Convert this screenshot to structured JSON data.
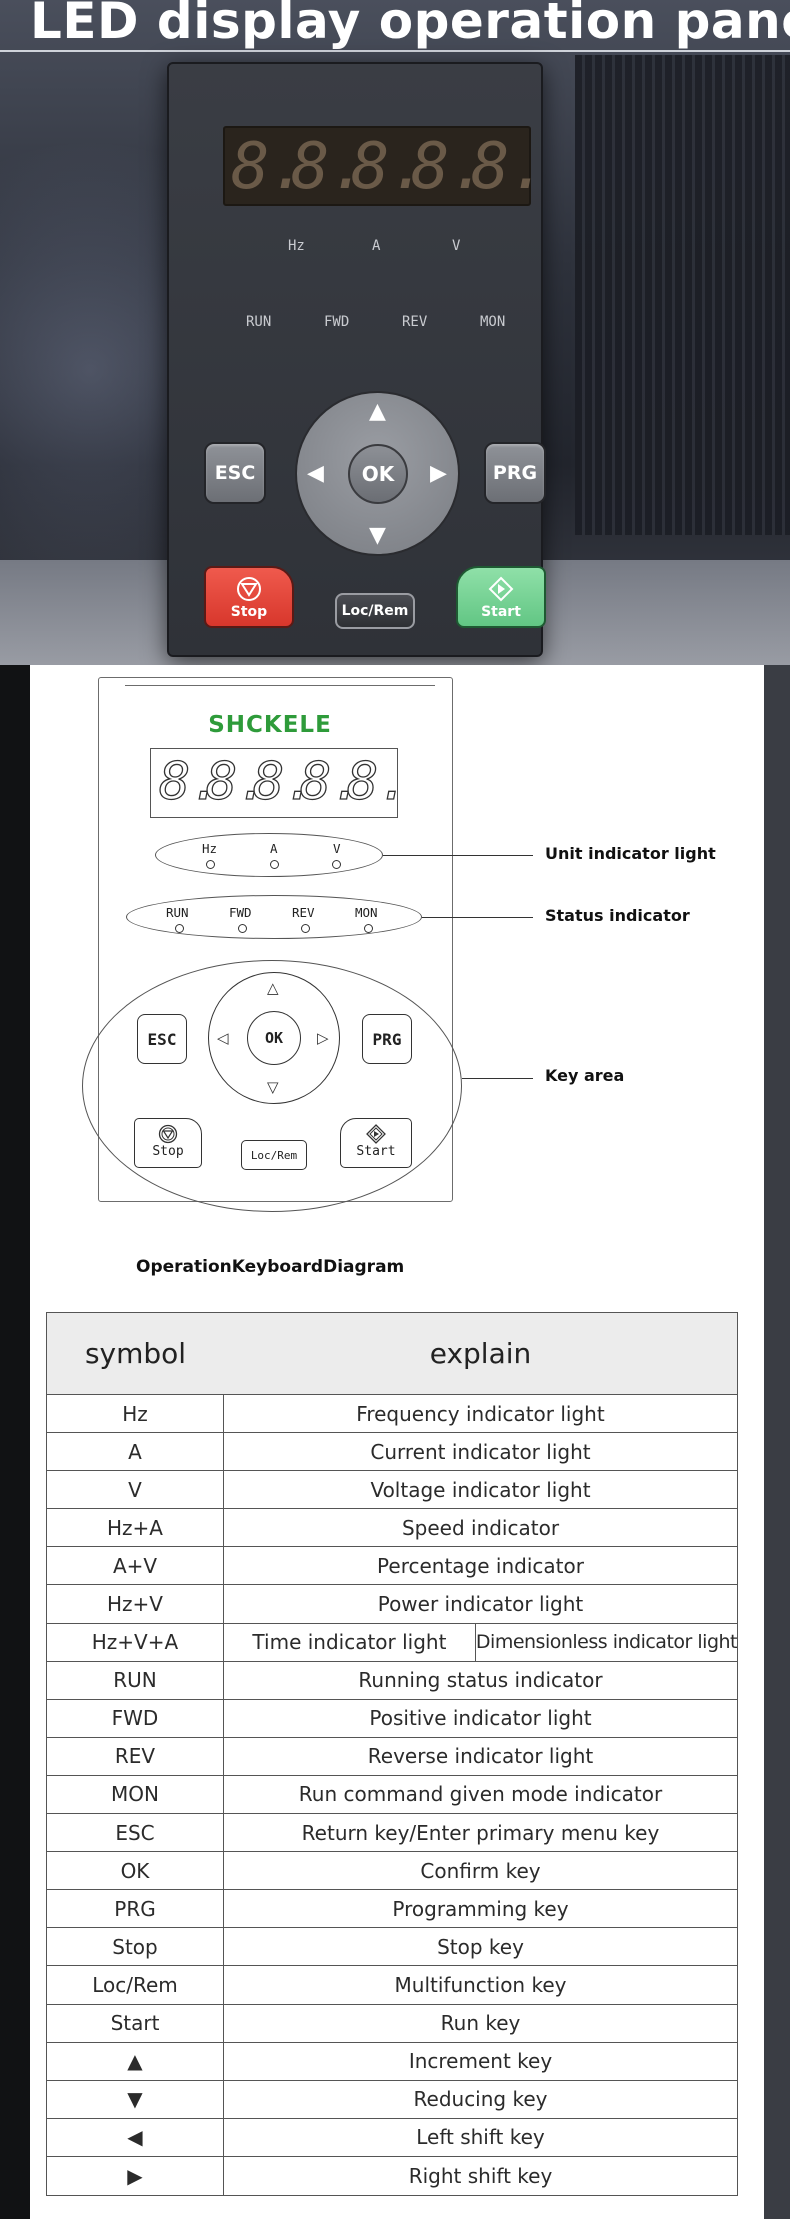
{
  "hero": {
    "title": "LED display operation panel",
    "digits": [
      "8.",
      "8.",
      "8.",
      "8.",
      "8."
    ],
    "unit_labels": [
      "Hz",
      "A",
      "V"
    ],
    "status_labels": [
      "RUN",
      "FWD",
      "REV",
      "MON"
    ],
    "keys": {
      "esc": "ESC",
      "prg": "PRG",
      "ok": "OK",
      "stop": "Stop",
      "start": "Start",
      "loc_rem": "Loc/Rem"
    }
  },
  "diagram": {
    "brand": "SHCKELE",
    "digits": [
      "8.",
      "8.",
      "8.",
      "8.",
      "8."
    ],
    "unit_labels": [
      "Hz",
      "A",
      "V"
    ],
    "status_labels": [
      "RUN",
      "FWD",
      "REV",
      "MON"
    ],
    "keys": {
      "esc": "ESC",
      "prg": "PRG",
      "ok": "OK",
      "stop": "Stop",
      "start": "Start",
      "loc_rem": "Loc/Rem"
    },
    "callouts": {
      "unit": "Unit indicator light",
      "status": "Status indicator",
      "keys": "Key area"
    },
    "caption": "OperationKeyboardDiagram"
  },
  "table": {
    "headers": {
      "symbol": "symbol",
      "explain": "explain"
    },
    "rows": [
      {
        "symbol": "Hz",
        "explain": "Frequency indicator light"
      },
      {
        "symbol": "A",
        "explain": "Current indicator light"
      },
      {
        "symbol": "V",
        "explain": "Voltage indicator light"
      },
      {
        "symbol": "Hz+A",
        "explain": "Speed indicator"
      },
      {
        "symbol": "A+V",
        "explain": "Percentage indicator"
      },
      {
        "symbol": "Hz+V",
        "explain": "Power indicator light"
      },
      {
        "symbol": "Hz+V+A",
        "explain": "Time indicator light",
        "explain_b": "Dimensionless indicator light"
      },
      {
        "symbol": "RUN",
        "explain": "Running status indicator"
      },
      {
        "symbol": "FWD",
        "explain": "Positive indicator light"
      },
      {
        "symbol": "REV",
        "explain": "Reverse indicator light"
      },
      {
        "symbol": "MON",
        "explain": "Run command given mode indicator"
      },
      {
        "symbol": "ESC",
        "explain": "Return key/Enter primary menu key"
      },
      {
        "symbol": "OK",
        "explain": "Confirm key"
      },
      {
        "symbol": "PRG",
        "explain": "Programming key"
      },
      {
        "symbol": "Stop",
        "explain": "Stop key"
      },
      {
        "symbol": "Loc/Rem",
        "explain": "Multifunction key"
      },
      {
        "symbol": "Start",
        "explain": "Run key"
      },
      {
        "symbol": "▲",
        "explain": "Increment key"
      },
      {
        "symbol": "▼",
        "explain": "Reducing key"
      },
      {
        "symbol": "◀",
        "explain": "Left shift key"
      },
      {
        "symbol": "▶",
        "explain": "Right shift key"
      }
    ]
  },
  "colors": {
    "brand_green": "#2e9b3a",
    "stop_red": "#e0463b",
    "start_green": "#72d292"
  }
}
